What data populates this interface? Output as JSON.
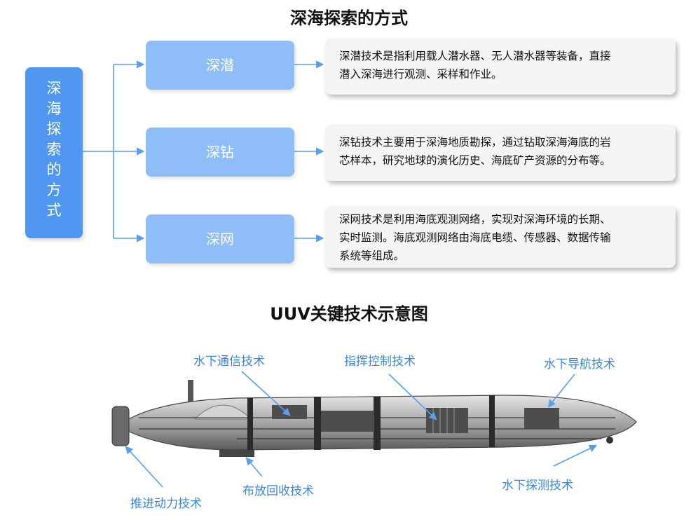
{
  "titles": {
    "methods": "深海探索的方式",
    "uuv": "UUV关键技术示意图"
  },
  "root": {
    "label": [
      "深",
      "海",
      "探",
      "索",
      "的",
      "方",
      "式"
    ]
  },
  "methods": [
    {
      "name": "深潜",
      "description_lines": [
        "深潜技术是指利用载人潜水器、无人潜水器等装备，直接",
        "潜入深海进行观测、采样和作业。"
      ]
    },
    {
      "name": "深钻",
      "description_lines": [
        "深钻技术主要用于深海地质勘探，通过钻取深海海底的岩",
        "芯样本，研究地球的演化历史、海底矿产资源的分布等。"
      ]
    },
    {
      "name": "深网",
      "description_lines": [
        "深网技术是利用海底观测网络，实现对深海环境的长期、",
        "实时监测。海底观测网络由海底电缆、传感器、数据传输",
        "系统等组成。"
      ]
    }
  ],
  "uuv_labels": {
    "comm": "水下通信技术",
    "command": "指挥控制技术",
    "navigation": "水下导航技术",
    "propulsion": "推进动力技术",
    "recovery": "布放回收技术",
    "detection": "水下探测技术"
  },
  "colors": {
    "root": "#4f97f0",
    "method": "#8fbdf7",
    "arrow": "#5a9ef0",
    "label": "#3b86e0"
  }
}
